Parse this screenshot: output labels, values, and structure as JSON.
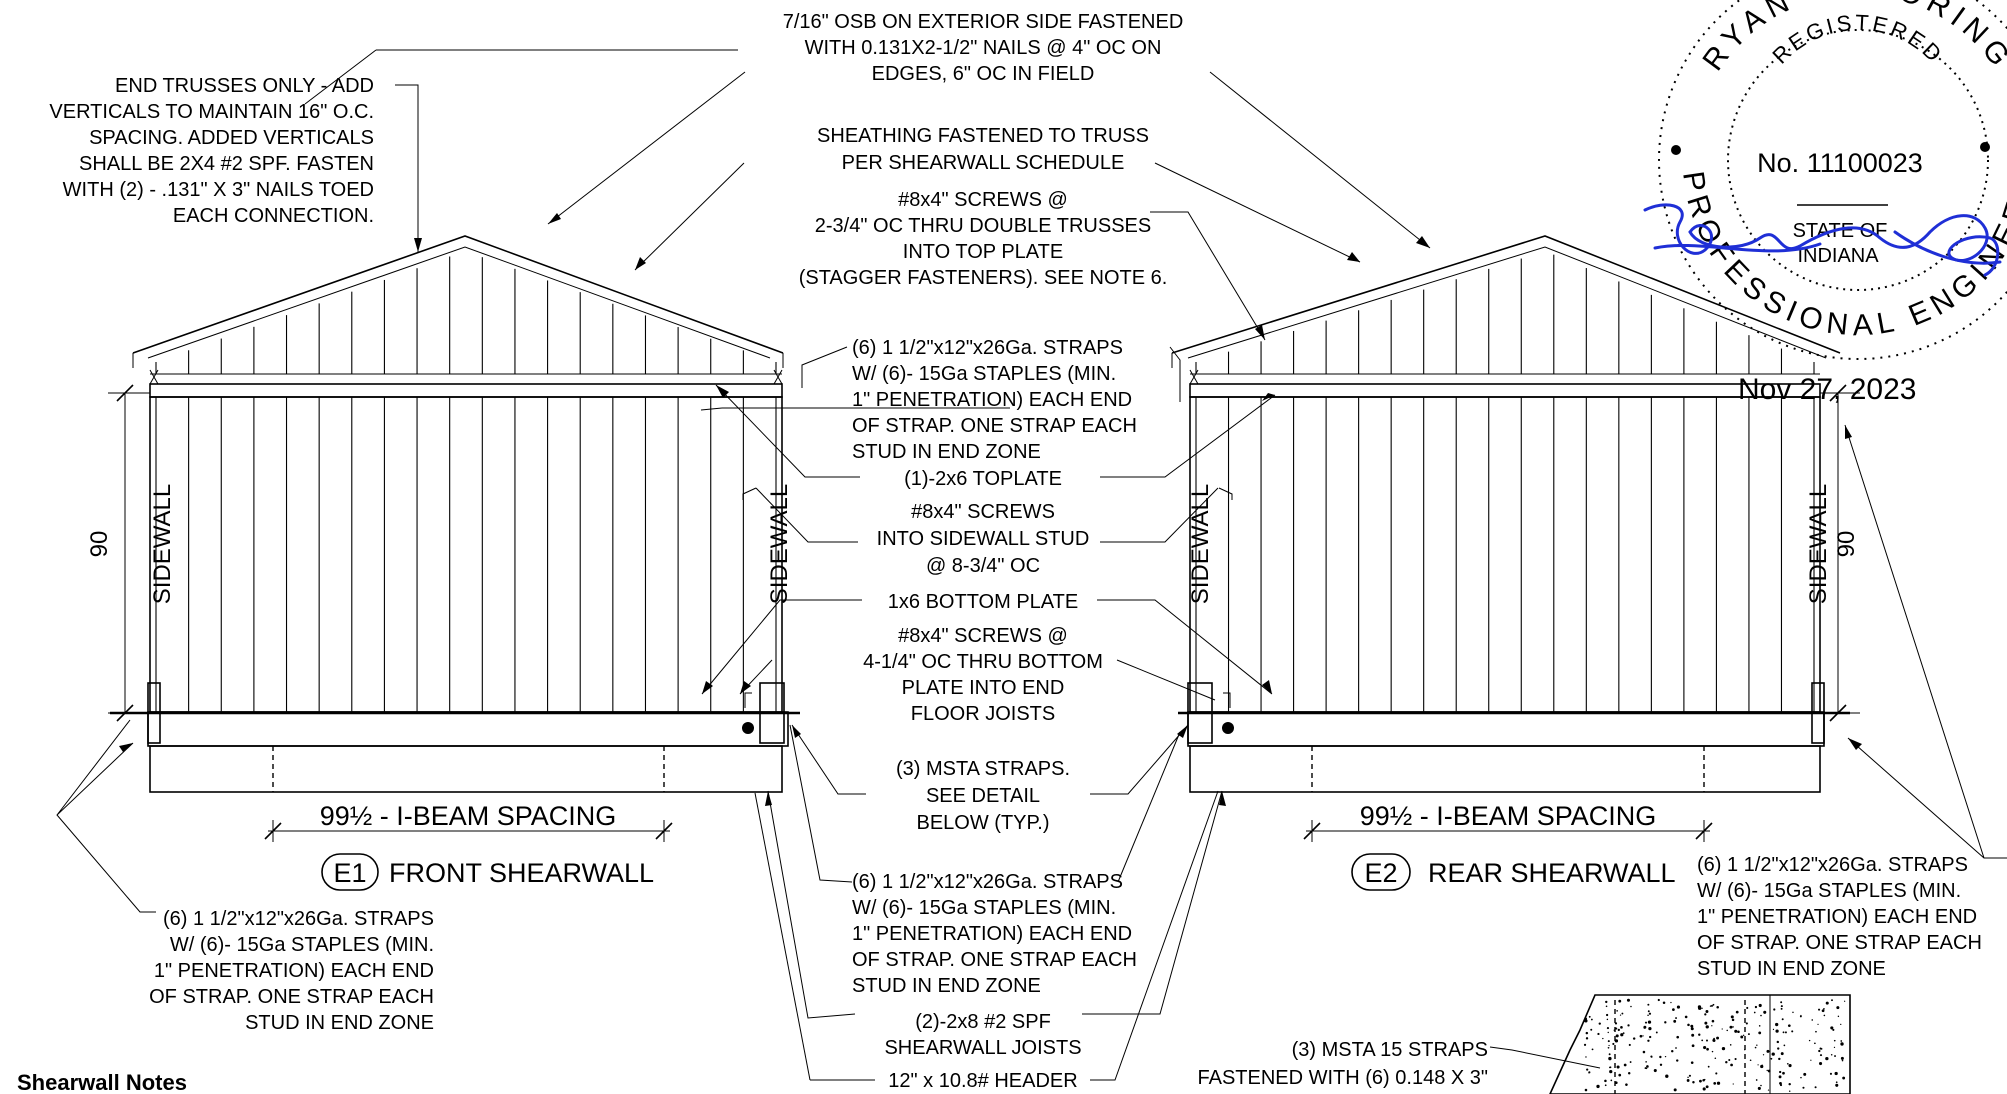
{
  "callouts": {
    "osb": [
      "7/16\" OSB ON EXTERIOR SIDE FASTENED",
      "WITH 0.131X2-1/2\" NAILS @ 4\" OC ON",
      "EDGES, 6\" OC IN FIELD"
    ],
    "end_trusses": [
      "END TRUSSES ONLY - ADD",
      "VERTICALS TO MAINTAIN 16\" O.C.",
      "SPACING.  ADDED VERTICALS",
      "SHALL BE 2X4 #2 SPF.  FASTEN",
      "WITH (2) - .131\" X 3\" NAILS TOED",
      "EACH CONNECTION."
    ],
    "sheathing": [
      "SHEATHING FASTENED TO TRUSS",
      "PER SHEARWALL SCHEDULE"
    ],
    "screws_top": [
      "#8x4\" SCREWS @",
      "2-3/4\" OC THRU DOUBLE TRUSSES",
      "INTO TOP PLATE",
      "(STAGGER FASTENERS). SEE NOTE 6."
    ],
    "straps_top_center": [
      "(6) 1 1/2\"x12\"x26Ga. STRAPS",
      "W/ (6)- 15Ga STAPLES (MIN.",
      "1\" PENETRATION) EACH END",
      "OF STRAP. ONE STRAP EACH",
      "STUD IN END ZONE"
    ],
    "toplate": "(1)-2x6 TOPLATE",
    "screws_sidewall": [
      "#8x4\" SCREWS",
      "INTO SIDEWALL STUD",
      "@ 8-3/4\"  OC"
    ],
    "bottom_plate": "1x6 BOTTOM PLATE",
    "screws_bottom": [
      "#8x4\" SCREWS @",
      "4-1/4\" OC THRU BOTTOM",
      "PLATE INTO END",
      "FLOOR JOISTS"
    ],
    "msta": [
      "(3) MSTA STRAPS.",
      "SEE DETAIL",
      "BELOW (TYP.)"
    ],
    "straps_bottom_center": [
      "(6) 1 1/2\"x12\"x26Ga. STRAPS",
      "W/ (6)- 15Ga STAPLES (MIN.",
      "1\" PENETRATION) EACH END",
      "OF STRAP. ONE STRAP EACH",
      "STUD IN END ZONE"
    ],
    "joists": [
      "(2)-2x8 #2 SPF",
      "SHEARWALL JOISTS"
    ],
    "header": "12\" x 10.8#  HEADER",
    "straps_left": [
      "(6) 1 1/2\"x12\"x26Ga. STRAPS",
      "W/ (6)- 15Ga STAPLES (MIN.",
      "1\" PENETRATION) EACH END",
      "OF STRAP. ONE STRAP EACH",
      "STUD IN END ZONE"
    ],
    "straps_right": [
      "(6) 1 1/2\"x12\"x26Ga. STRAPS",
      "W/ (6)- 15Ga STAPLES (MIN.",
      "1\" PENETRATION) EACH END",
      "OF STRAP. ONE STRAP EACH",
      "STUD IN END ZONE"
    ],
    "msta15": [
      "(3) MSTA 15 STRAPS",
      "FASTENED WITH (6) 0.148 X 3\""
    ]
  },
  "walls": {
    "front": {
      "tag": "E1",
      "title": "FRONT SHEARWALL",
      "height_dim": "90",
      "beam_spacing": "99½ - I-BEAM SPACING",
      "sidewall_left": "SIDEWALL",
      "sidewall_right": "SIDEWALL"
    },
    "rear": {
      "tag": "E2",
      "title": "REAR SHEARWALL",
      "height_dim": "90",
      "beam_spacing": "99½ - I-BEAM SPACING",
      "sidewall_left": "SIDEWALL",
      "sidewall_right": "SIDEWALL"
    }
  },
  "seal": {
    "name": "RYAN W. BORING",
    "registered": "REGISTERED",
    "number": "No. 11100023",
    "state_of": "STATE OF",
    "state": "INDIANA",
    "profession": "PROFESSIONAL ENGINEER",
    "date": "Nov 27, 2023",
    "signature_color": "#1f2fd6"
  },
  "notes": {
    "heading": "Shearwall Notes"
  }
}
